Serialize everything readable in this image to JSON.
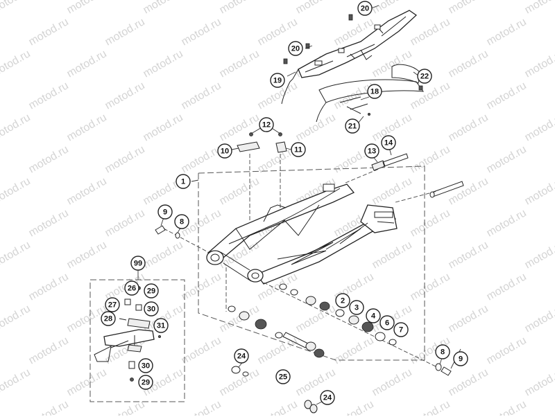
{
  "watermark": "motod.ru",
  "callouts": [
    {
      "n": "20"
    },
    {
      "n": "20"
    },
    {
      "n": "19"
    },
    {
      "n": "22"
    },
    {
      "n": "18"
    },
    {
      "n": "21"
    },
    {
      "n": "12"
    },
    {
      "n": "10"
    },
    {
      "n": "11"
    },
    {
      "n": "13"
    },
    {
      "n": "14"
    },
    {
      "n": "1"
    },
    {
      "n": "9"
    },
    {
      "n": "8"
    },
    {
      "n": "99"
    },
    {
      "n": "26"
    },
    {
      "n": "29"
    },
    {
      "n": "27"
    },
    {
      "n": "30"
    },
    {
      "n": "28"
    },
    {
      "n": "31"
    },
    {
      "n": "30"
    },
    {
      "n": "29"
    },
    {
      "n": "2"
    },
    {
      "n": "3"
    },
    {
      "n": "4"
    },
    {
      "n": "6"
    },
    {
      "n": "7"
    },
    {
      "n": "8"
    },
    {
      "n": "9"
    },
    {
      "n": "24"
    },
    {
      "n": "25"
    },
    {
      "n": "24"
    }
  ]
}
